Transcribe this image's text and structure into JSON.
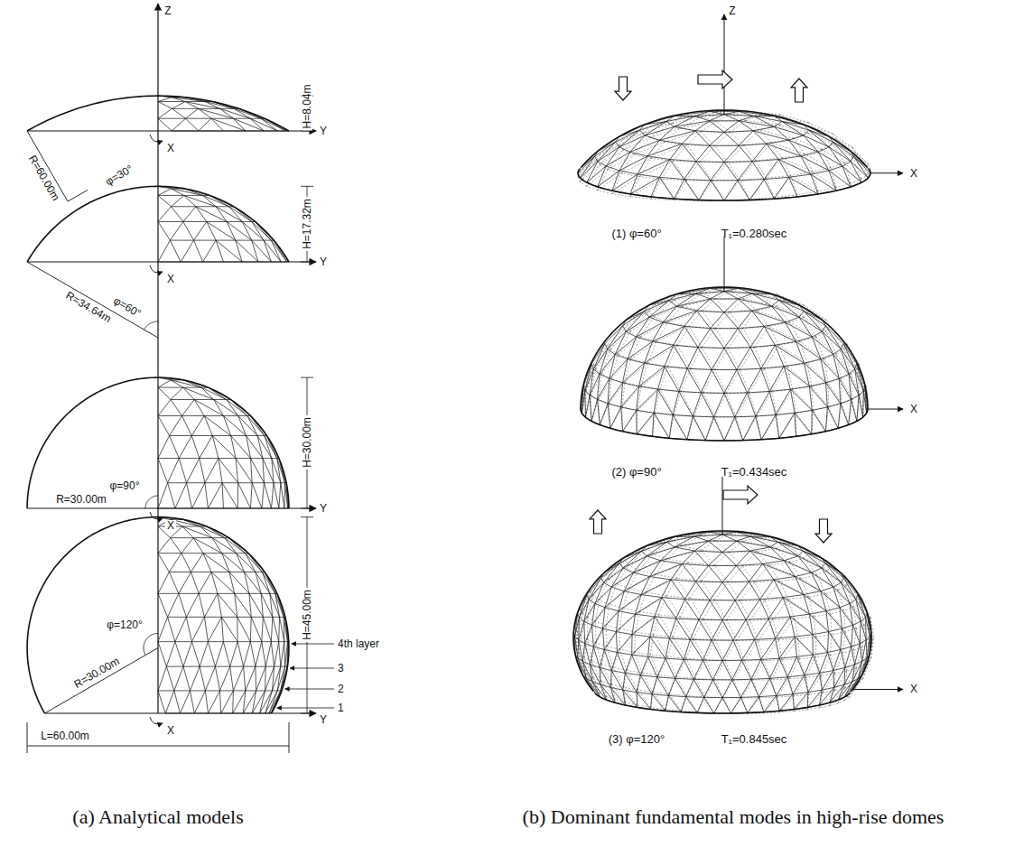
{
  "diagram": {
    "labels": [
      "Z",
      "H=8.04m",
      "R=60.00m",
      "φ=30°",
      "Y",
      "X",
      "H=17.32m",
      "R=34.64m",
      "φ=60°",
      "Y",
      "X",
      "H=30.00m",
      "R=30.00m",
      "φ=90°",
      "Y",
      "X",
      "H=45.00m",
      "R=30.00m",
      "φ=120°",
      "4th layer",
      "3",
      "2",
      "1",
      "Y",
      "X",
      "L=60.00m",
      "Z",
      "X",
      "(1) φ=60°",
      "T₁=0.280sec",
      "X",
      "(2) φ=90°",
      "T₁=0.434sec",
      "X",
      "(3) φ=120°",
      "T₁=0.845sec",
      "(a) Analytical models",
      "(b) Dominant fundamental modes in high-rise domes"
    ]
  }
}
